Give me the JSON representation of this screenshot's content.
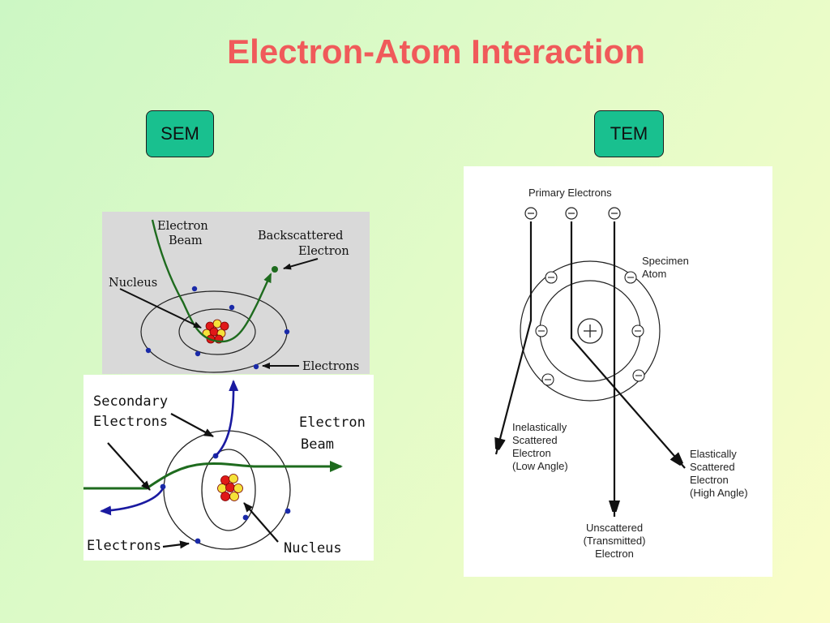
{
  "title": "Electron-Atom Interaction",
  "tags": {
    "sem": "SEM",
    "tem": "TEM"
  },
  "sem_top": {
    "beam_line1": "Electron",
    "beam_line2": "Beam",
    "backscattered_line1": "Backscattered",
    "backscattered_line2": "Electron",
    "nucleus": "Nucleus",
    "electrons": "Electrons"
  },
  "sem_bottom": {
    "secondary_line1": "Secondary",
    "secondary_line2": "Electrons",
    "beam_line1": "Electron",
    "beam_line2": "Beam",
    "electrons": "Electrons",
    "nucleus": "Nucleus"
  },
  "tem": {
    "primary": "Primary Electrons",
    "specimen_line1": "Specimen",
    "specimen_line2": "Atom",
    "inelastic_line1": "Inelastically",
    "inelastic_line2": "Scattered",
    "inelastic_line3": "Electron",
    "inelastic_line4": "(Low Angle)",
    "elastic_line1": "Elastically",
    "elastic_line2": "Scattered",
    "elastic_line3": "Electron",
    "elastic_line4": "(High Angle)",
    "unscattered_line1": "Unscattered",
    "unscattered_line2": "(Transmitted)",
    "unscattered_line3": "Electron"
  },
  "colors": {
    "title": "#f05a5a",
    "tag_fill": "#19c08f",
    "beam_green": "#1e6b1e",
    "secondary_blue": "#1a1aa0",
    "electron_dot": "#1a2aa8",
    "nucleus_red": "#e01818",
    "nucleus_yellow": "#f5e23a"
  }
}
